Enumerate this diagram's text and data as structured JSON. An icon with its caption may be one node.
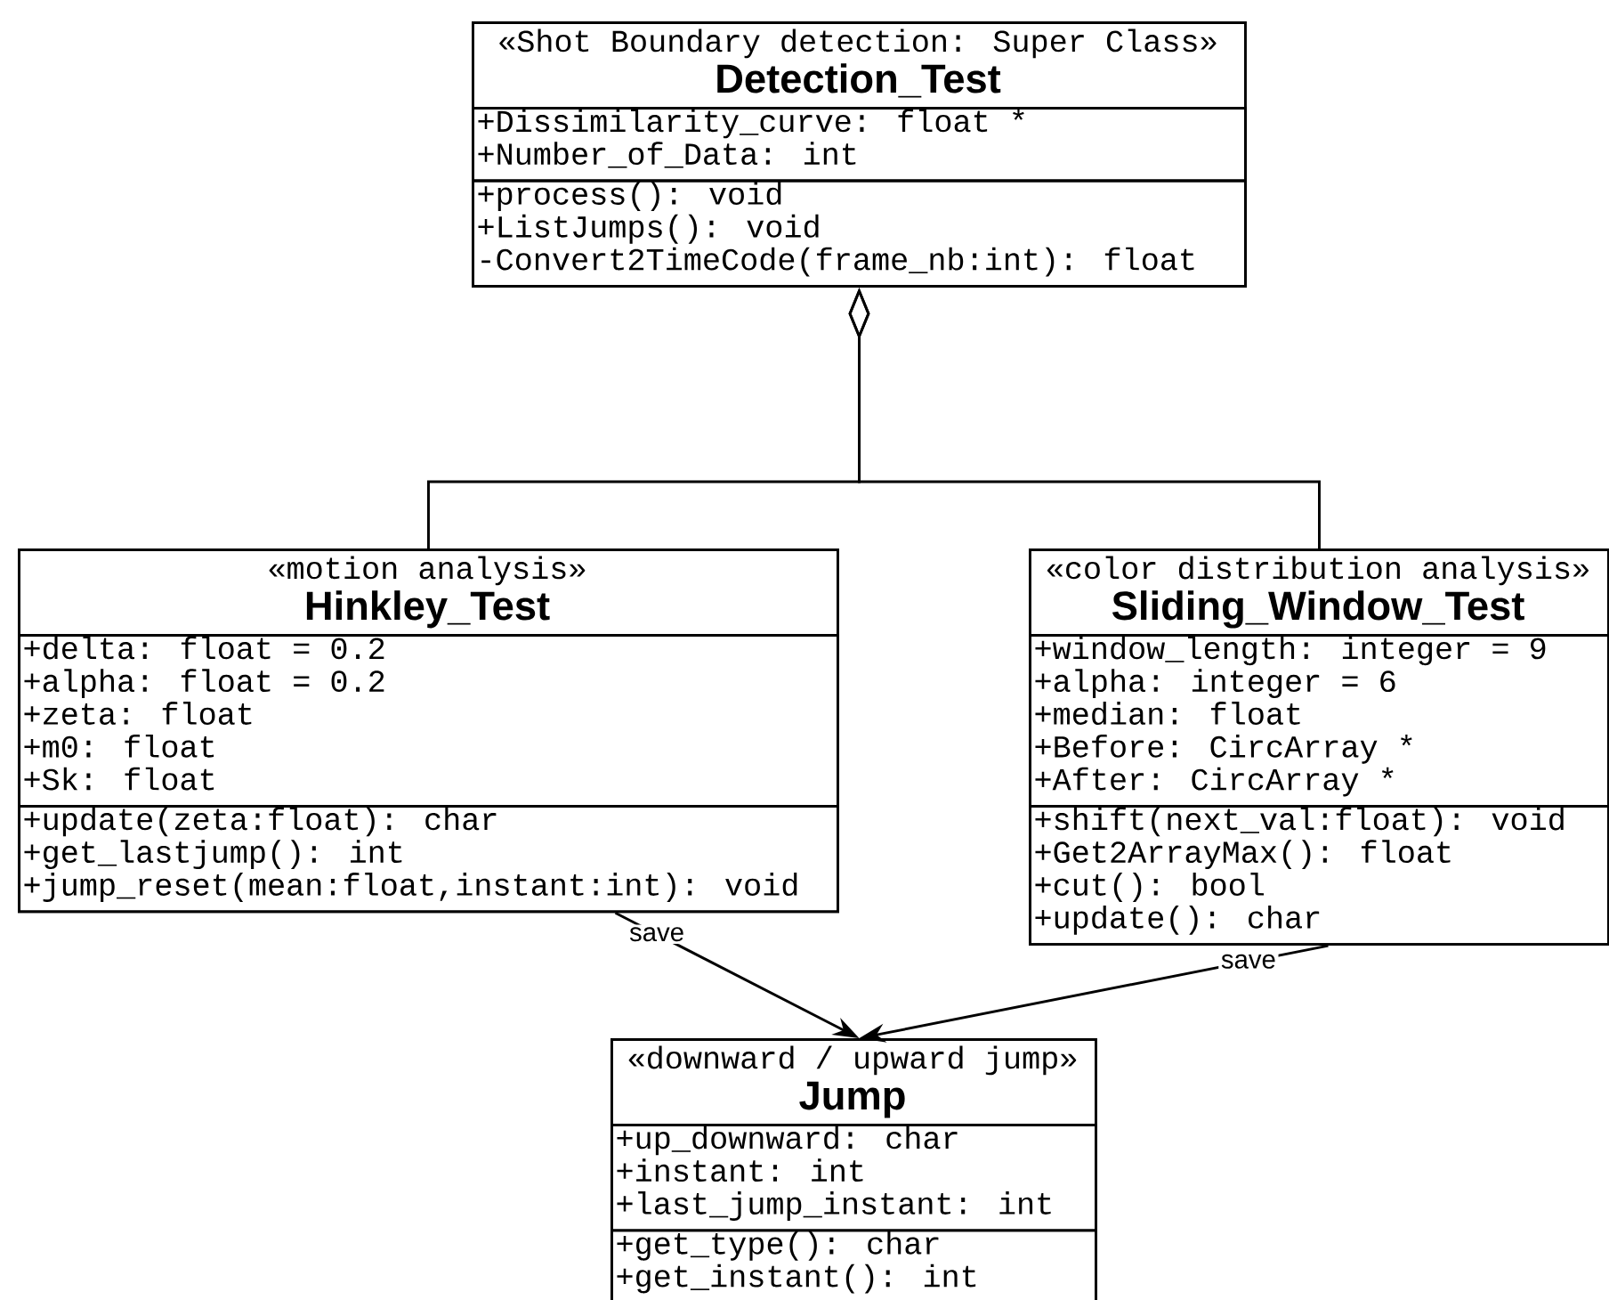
{
  "diagram": {
    "nodes": [
      {
        "text": [
          "«Shot Boundary detection: Super Class»",
          "Detection_Test"
        ]
      },
      {
        "text": [
          "+Dissimilarity_curve: float *",
          "+Number_of_Data: int"
        ],
        "in": 0
      },
      {
        "text": [
          "+process(): void",
          "+ListJumps(): void",
          "-Convert2TimeCode(frame_nb:int): float"
        ],
        "in": 0
      },
      {
        "text": [
          "«motion analysis»",
          "Hinkley_Test"
        ]
      },
      {
        "text": [
          "+delta: float = 0.2",
          "+alpha: float = 0.2",
          "+zeta: float",
          "+m0: float",
          "+Sk: float"
        ],
        "in": 3
      },
      {
        "text": [
          "+update(zeta:float): char",
          "+get_lastjump(): int",
          "+jump_reset(mean:float,instant:int): void"
        ],
        "in": 3
      },
      {
        "text": [
          "«color distribution analysis»",
          "Sliding_Window_Test"
        ]
      },
      {
        "text": [
          "+window_length: integer = 9",
          "+alpha: integer = 6",
          "+median: float",
          "+Before: CircArray *",
          "+After: CircArray *"
        ],
        "in": 6
      },
      {
        "text": [
          "+shift(next_val:float): void",
          "+Get2ArrayMax(): float",
          "+cut(): bool",
          "+update(): char"
        ],
        "in": 6
      },
      {
        "text": [
          "«downward / upward jump»",
          "Jump"
        ]
      },
      {
        "text": [
          "+up_downward: char",
          "+instant: int",
          "+last_jump_instant: int"
        ],
        "in": 9
      },
      {
        "text": [
          "+get_type(): char",
          "+get_instant(): int"
        ],
        "in": 9
      }
    ],
    "edges": [
      {
        "from": 3,
        "to": 0,
        "arrow": "other"
      },
      {
        "from": 6,
        "to": 0,
        "arrow": "other"
      },
      {
        "from": 3,
        "to": 9,
        "arrow": "to",
        "label": "save"
      },
      {
        "from": 6,
        "to": 9,
        "arrow": "to",
        "label": "save"
      }
    ]
  }
}
